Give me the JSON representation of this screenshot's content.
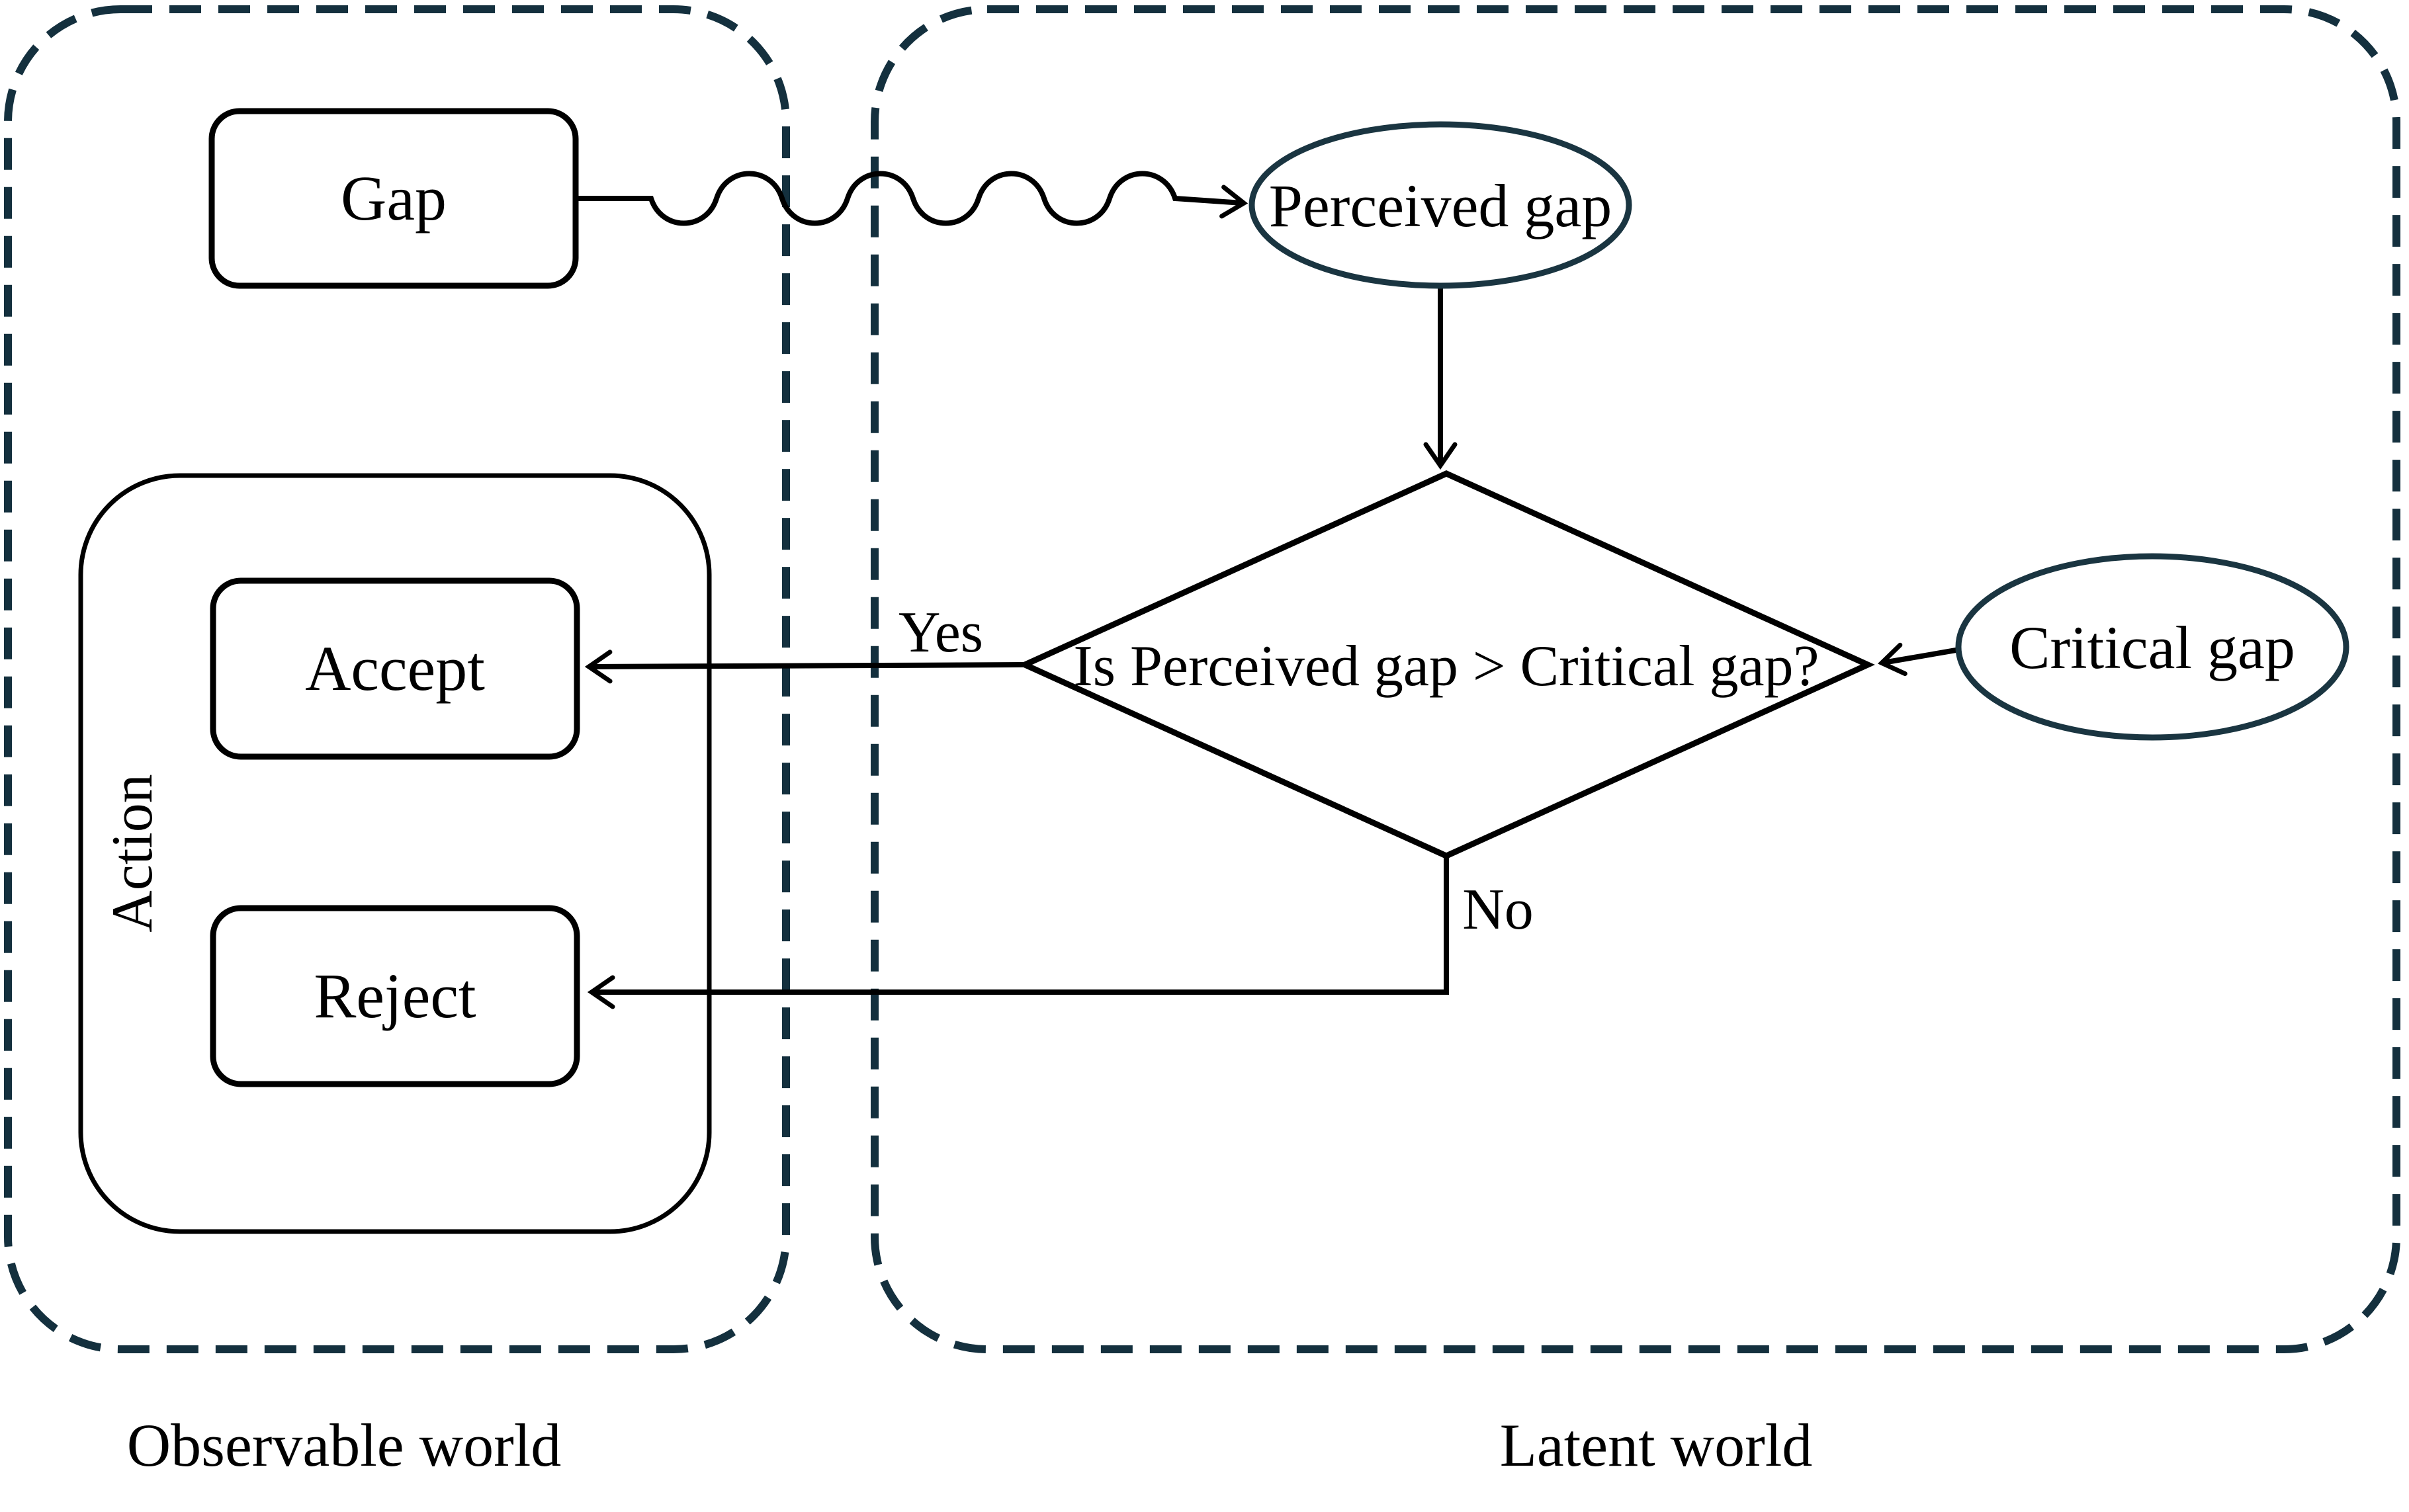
{
  "diagram": {
    "type": "flowchart",
    "regions": {
      "observable": {
        "label": "Observable world"
      },
      "latent": {
        "label": "Latent world"
      }
    },
    "nodes": {
      "gap": {
        "label": "Gap",
        "shape": "rounded-rectangle"
      },
      "perceived_gap": {
        "label": "Perceived gap",
        "shape": "ellipse"
      },
      "critical_gap": {
        "label": "Critical gap",
        "shape": "ellipse"
      },
      "decision": {
        "label": "Is Perceived gap > Critical gap?",
        "shape": "diamond"
      },
      "accept": {
        "label": "Accept",
        "shape": "rounded-rectangle"
      },
      "reject": {
        "label": "Reject",
        "shape": "rounded-rectangle"
      },
      "action_group": {
        "label": "Action",
        "shape": "rounded-container"
      }
    },
    "edges": {
      "gap_to_perceived": {
        "style": "wavy-arrow",
        "label": ""
      },
      "perceived_to_decision": {
        "style": "arrow",
        "label": ""
      },
      "critical_to_decision": {
        "style": "arrow",
        "label": ""
      },
      "decision_to_accept": {
        "style": "arrow",
        "label": "Yes"
      },
      "decision_to_reject": {
        "style": "elbow-arrow",
        "label": "No"
      }
    },
    "colors": {
      "dashed_border": "#14303e",
      "ellipse_border": "#1a3541",
      "line": "#000000",
      "background": "#ffffff",
      "text": "#000000"
    }
  }
}
